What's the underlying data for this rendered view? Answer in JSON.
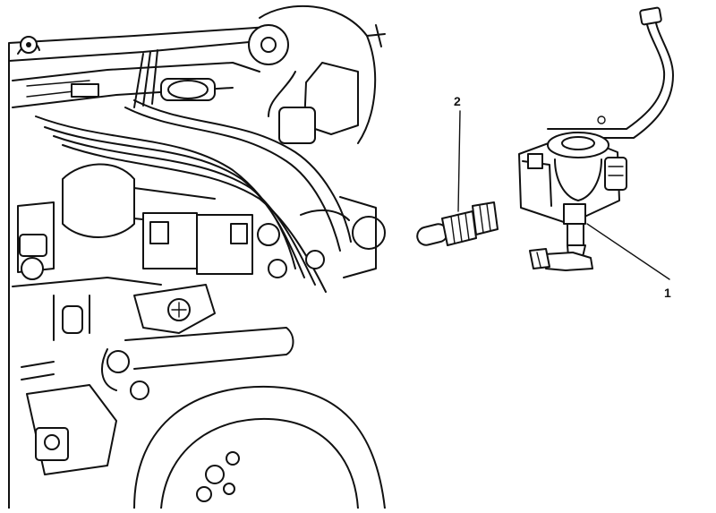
{
  "callouts": [
    {
      "label": "1",
      "part": "assembly"
    },
    {
      "label": "2",
      "part": "fitting"
    }
  ],
  "colors": {
    "line": "#111111",
    "background": "#ffffff"
  }
}
